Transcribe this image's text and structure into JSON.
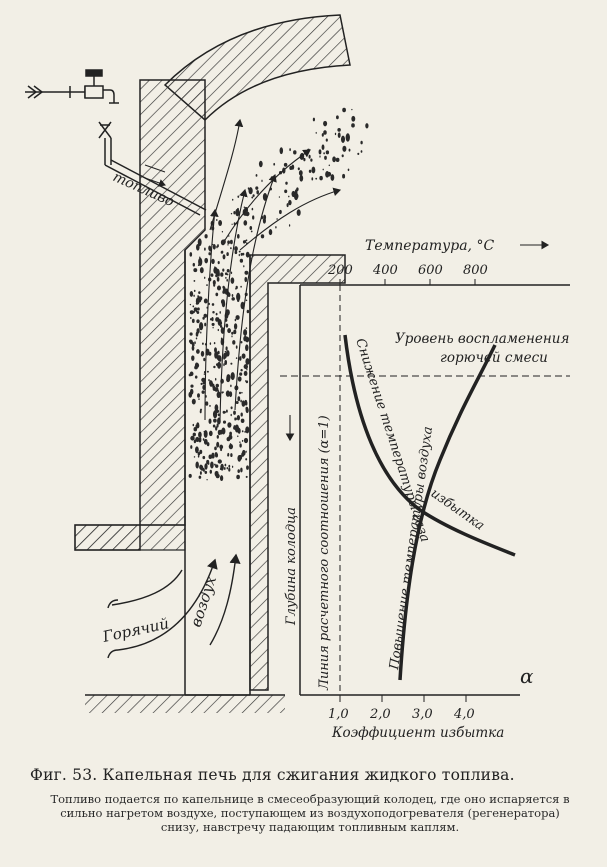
{
  "labels": {
    "fuel": "топливо",
    "hot": "Горячий",
    "air_word": "воздух",
    "well_depth": "Глубина колодца",
    "temperature_axis": "Температура, °С",
    "coef_axis": "Коэффициент избытка",
    "alpha": "α",
    "ignition_line1": "Уровень воспламенения",
    "ignition_line2": "горючей смеси",
    "calc_line": "Линия расчетного соотношения (α=1)",
    "curve_decrease": "Снижение температуры газа",
    "curve_increase": "Повышение температуры воздуха",
    "curve_excess": "избытка"
  },
  "temperature_ticks": [
    "200",
    "400",
    "600",
    "800"
  ],
  "coef_ticks": [
    "1,0",
    "2,0",
    "3,0",
    "4,0"
  ],
  "caption": {
    "title": "Фиг. 53. Капельная печь для сжигания жидкого топлива.",
    "body": "Топливо подается по капельнице в смесеобразующий колодец, где оно испаряется в сильно нагретом воздухе, поступающем из воздухоподогревателя (регенератора) снизу, навстречу падающим топливным каплям."
  }
}
